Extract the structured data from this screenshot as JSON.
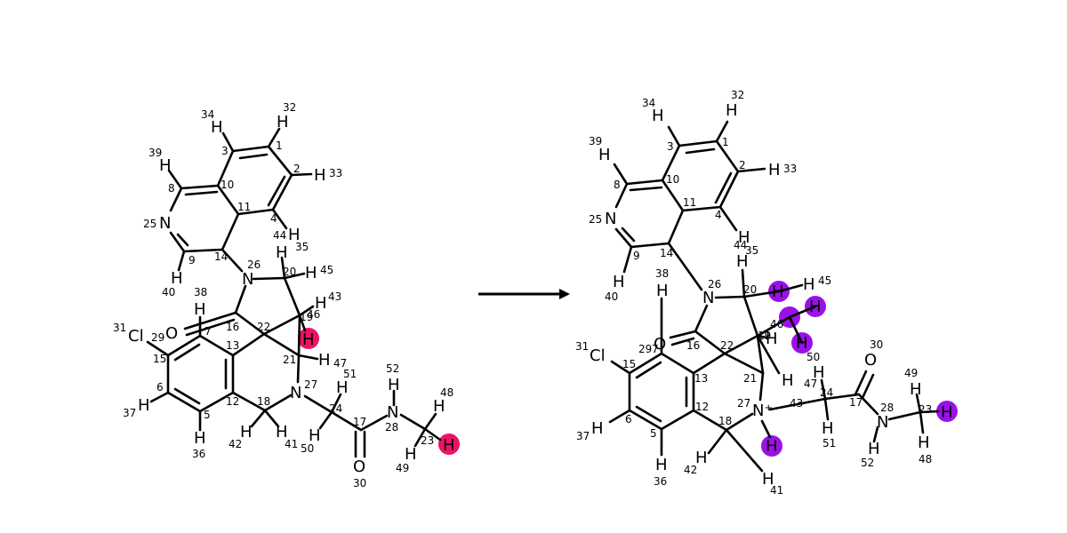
{
  "colors": {
    "left_highlight": "#ee1166",
    "right_highlight": "#9b10e8",
    "ink": "#000000"
  },
  "left": {
    "atoms": [
      {
        "id": "H34",
        "label": "H",
        "idx": "34"
      },
      {
        "id": "H32",
        "label": "H",
        "idx": "32"
      },
      {
        "id": "C3",
        "label": "",
        "idx": "3"
      },
      {
        "id": "C1",
        "label": "",
        "idx": "1"
      },
      {
        "id": "H39",
        "label": "H",
        "idx": "39"
      },
      {
        "id": "C2",
        "label": "",
        "idx": "2"
      },
      {
        "id": "H33",
        "label": "H",
        "idx": "33"
      },
      {
        "id": "C8",
        "label": "",
        "idx": "8"
      },
      {
        "id": "C10",
        "label": "",
        "idx": "10"
      },
      {
        "id": "C11",
        "label": "",
        "idx": "11"
      },
      {
        "id": "N25",
        "label": "N",
        "idx": "25"
      },
      {
        "id": "C4",
        "label": "",
        "idx": "4"
      },
      {
        "id": "H44",
        "label": "H",
        "idx": "44"
      },
      {
        "id": "H35",
        "label": "H",
        "idx": "35"
      },
      {
        "id": "C9",
        "label": "",
        "idx": "9"
      },
      {
        "id": "C14",
        "label": "",
        "idx": "14"
      },
      {
        "id": "N26",
        "label": "N",
        "idx": "26"
      },
      {
        "id": "C20",
        "label": "",
        "idx": "20"
      },
      {
        "id": "H45",
        "label": "H",
        "idx": "45"
      },
      {
        "id": "H40",
        "label": "H",
        "idx": "40"
      },
      {
        "id": "H38",
        "label": "H",
        "idx": "38"
      },
      {
        "id": "H43",
        "label": "H",
        "idx": "43"
      },
      {
        "id": "C16",
        "label": "",
        "idx": "16"
      },
      {
        "id": "C19",
        "label": "",
        "idx": "19"
      },
      {
        "id": "H46",
        "label": "H",
        "idx": "46"
      },
      {
        "id": "O",
        "label": "O",
        "idx": ""
      },
      {
        "id": "C7",
        "label": "",
        "idx": "7"
      },
      {
        "id": "Cl31",
        "label": "Cl",
        "idx": "31"
      },
      {
        "id": "C29",
        "label": "",
        "idx": "29"
      },
      {
        "id": "C22",
        "label": "",
        "idx": "22"
      },
      {
        "id": "C13",
        "label": "",
        "idx": "13"
      },
      {
        "id": "H47",
        "label": "H",
        "idx": "47"
      },
      {
        "id": "C15",
        "label": "",
        "idx": "15"
      },
      {
        "id": "C21",
        "label": "",
        "idx": "21"
      },
      {
        "id": "H51",
        "label": "",
        "idx": "51"
      },
      {
        "id": "H52",
        "label": "H",
        "idx": "52"
      },
      {
        "id": "N27",
        "label": "N",
        "idx": "27"
      },
      {
        "id": "C6",
        "label": "",
        "idx": "6"
      },
      {
        "id": "H48",
        "label": "H",
        "idx": "48"
      },
      {
        "id": "H37",
        "label": "H",
        "idx": "37"
      },
      {
        "id": "C12",
        "label": "",
        "idx": "12"
      },
      {
        "id": "C18",
        "label": "",
        "idx": "18"
      },
      {
        "id": "C24",
        "label": "",
        "idx": "24"
      },
      {
        "id": "N28",
        "label": "N",
        "idx": "28"
      },
      {
        "id": "C5",
        "label": "",
        "idx": "5"
      },
      {
        "id": "C17",
        "label": "",
        "idx": "17"
      },
      {
        "id": "H42",
        "label": "H",
        "idx": "42"
      },
      {
        "id": "H41",
        "label": "H",
        "idx": "41"
      },
      {
        "id": "H50",
        "label": "H",
        "idx": "50"
      },
      {
        "id": "C23",
        "label": "",
        "idx": "23"
      },
      {
        "id": "H36",
        "label": "H",
        "idx": "36"
      },
      {
        "id": "H49",
        "label": "H",
        "idx": "49"
      },
      {
        "id": "O30",
        "label": "O",
        "idx": "30"
      }
    ],
    "highlighted": [
      "H46",
      "H49"
    ]
  },
  "right": {
    "atoms": [
      {
        "id": "H34",
        "label": "H",
        "idx": "34"
      },
      {
        "id": "H32",
        "label": "H",
        "idx": "32"
      },
      {
        "id": "C3",
        "label": "",
        "idx": "3"
      },
      {
        "id": "C1",
        "label": "",
        "idx": "1"
      },
      {
        "id": "H39",
        "label": "H",
        "idx": "39"
      },
      {
        "id": "C2",
        "label": "",
        "idx": "2"
      },
      {
        "id": "H33",
        "label": "H",
        "idx": "33"
      },
      {
        "id": "C8",
        "label": "",
        "idx": "8"
      },
      {
        "id": "C10",
        "label": "",
        "idx": "10"
      },
      {
        "id": "C11",
        "label": "",
        "idx": "11"
      },
      {
        "id": "N25",
        "label": "N",
        "idx": "25"
      },
      {
        "id": "C4",
        "label": "",
        "idx": "4"
      },
      {
        "id": "H44",
        "label": "H",
        "idx": "44"
      },
      {
        "id": "H35",
        "label": "",
        "idx": "35"
      },
      {
        "id": "C9",
        "label": "",
        "idx": "9"
      },
      {
        "id": "C14",
        "label": "",
        "idx": "14"
      },
      {
        "id": "H20",
        "label": "H",
        "idx": ""
      },
      {
        "id": "N26",
        "label": "N",
        "idx": "26"
      },
      {
        "id": "C20",
        "label": "",
        "idx": "20"
      },
      {
        "id": "H45",
        "label": "H",
        "idx": "45"
      },
      {
        "id": "H38",
        "label": "H",
        "idx": "38"
      },
      {
        "id": "H40",
        "label": "H",
        "idx": "40"
      },
      {
        "id": "Hh1",
        "label": "H",
        "idx": ""
      },
      {
        "id": "Hh2",
        "label": "H",
        "idx": ""
      },
      {
        "id": "C46",
        "label": "",
        "idx": "46"
      },
      {
        "id": "C19",
        "label": "",
        "idx": "19"
      },
      {
        "id": "Hh3",
        "label": "H",
        "idx": ""
      },
      {
        "id": "H50",
        "label": "",
        "idx": "50"
      },
      {
        "id": "O",
        "label": "O",
        "idx": ""
      },
      {
        "id": "C29",
        "label": "",
        "idx": "29"
      },
      {
        "id": "C7",
        "label": "",
        "idx": "7"
      },
      {
        "id": "C16",
        "label": "",
        "idx": "16"
      },
      {
        "id": "C22",
        "label": "",
        "idx": "22"
      },
      {
        "id": "Cl31",
        "label": "Cl",
        "idx": "31"
      },
      {
        "id": "C15",
        "label": "",
        "idx": "15"
      },
      {
        "id": "C13",
        "label": "",
        "idx": "13"
      },
      {
        "id": "H30",
        "label": "O",
        "idx": "30"
      },
      {
        "id": "C21",
        "label": "",
        "idx": "21"
      },
      {
        "id": "H49",
        "label": "H",
        "idx": "49"
      },
      {
        "id": "H47",
        "label": "H",
        "idx": "47"
      },
      {
        "id": "C24",
        "label": "",
        "idx": "24"
      },
      {
        "id": "H43",
        "label": "",
        "idx": "43"
      },
      {
        "id": "C17",
        "label": "",
        "idx": "17"
      },
      {
        "id": "N27",
        "label": "N⁺",
        "idx": "27"
      },
      {
        "id": "C12",
        "label": "",
        "idx": "12"
      },
      {
        "id": "C6",
        "label": "",
        "idx": "6"
      },
      {
        "id": "N28",
        "label": "N",
        "idx": "28"
      },
      {
        "id": "C23",
        "label": "",
        "idx": "23"
      },
      {
        "id": "Hh4",
        "label": "H",
        "idx": ""
      },
      {
        "id": "H37",
        "label": "H",
        "idx": "37"
      },
      {
        "id": "C18",
        "label": "",
        "idx": "18"
      },
      {
        "id": "C5",
        "label": "",
        "idx": "5"
      },
      {
        "id": "H51",
        "label": "",
        "idx": "51"
      },
      {
        "id": "H52",
        "label": "H",
        "idx": "52"
      },
      {
        "id": "H48",
        "label": "H",
        "idx": "48"
      },
      {
        "id": "Hh5",
        "label": "H",
        "idx": ""
      },
      {
        "id": "H42",
        "label": "H",
        "idx": "42"
      },
      {
        "id": "H36",
        "label": "H",
        "idx": "36"
      },
      {
        "id": "H41",
        "label": "H",
        "idx": "41"
      }
    ],
    "highlighted": [
      "Hh1",
      "Hh2",
      "Hh3",
      "Hh4",
      "Hh5"
    ]
  }
}
